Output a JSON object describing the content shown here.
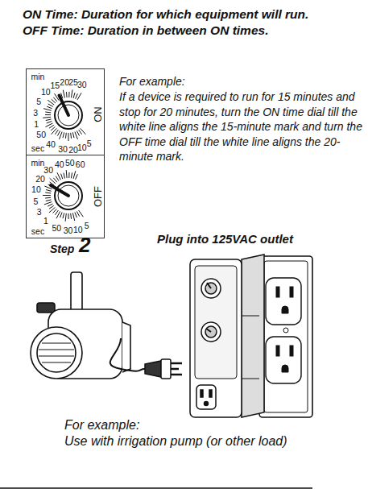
{
  "diagram": {
    "nodes": [
      {
        "text": [
          "min",
          "15",
          "20",
          "25",
          "30",
          "10",
          "5",
          "3",
          "1",
          "50",
          "40",
          "30",
          "20",
          "10",
          "5",
          "sec",
          "ON"
        ]
      },
      {
        "text": [
          "min",
          "40",
          "50",
          "60",
          "30",
          "20",
          "10",
          "5",
          "3",
          "1",
          "50",
          "30",
          "10",
          "5",
          "sec",
          "OFF"
        ]
      }
    ],
    "labels": [
      "ON Time: Duration for which equipment will run.",
      "OFF Time: Duration in between ON times.",
      "For example:",
      "If a device is required to run for 15 minutes and stop for 20 minutes, turn the ON time dial till the white line aligns the 15-minute mark and turn the OFF time dial till the white line aligns the 20-minute mark.",
      "Step",
      "2",
      "Plug into 125VAC outlet",
      "For example:",
      "Use with irrigation pump (or other load)"
    ]
  }
}
